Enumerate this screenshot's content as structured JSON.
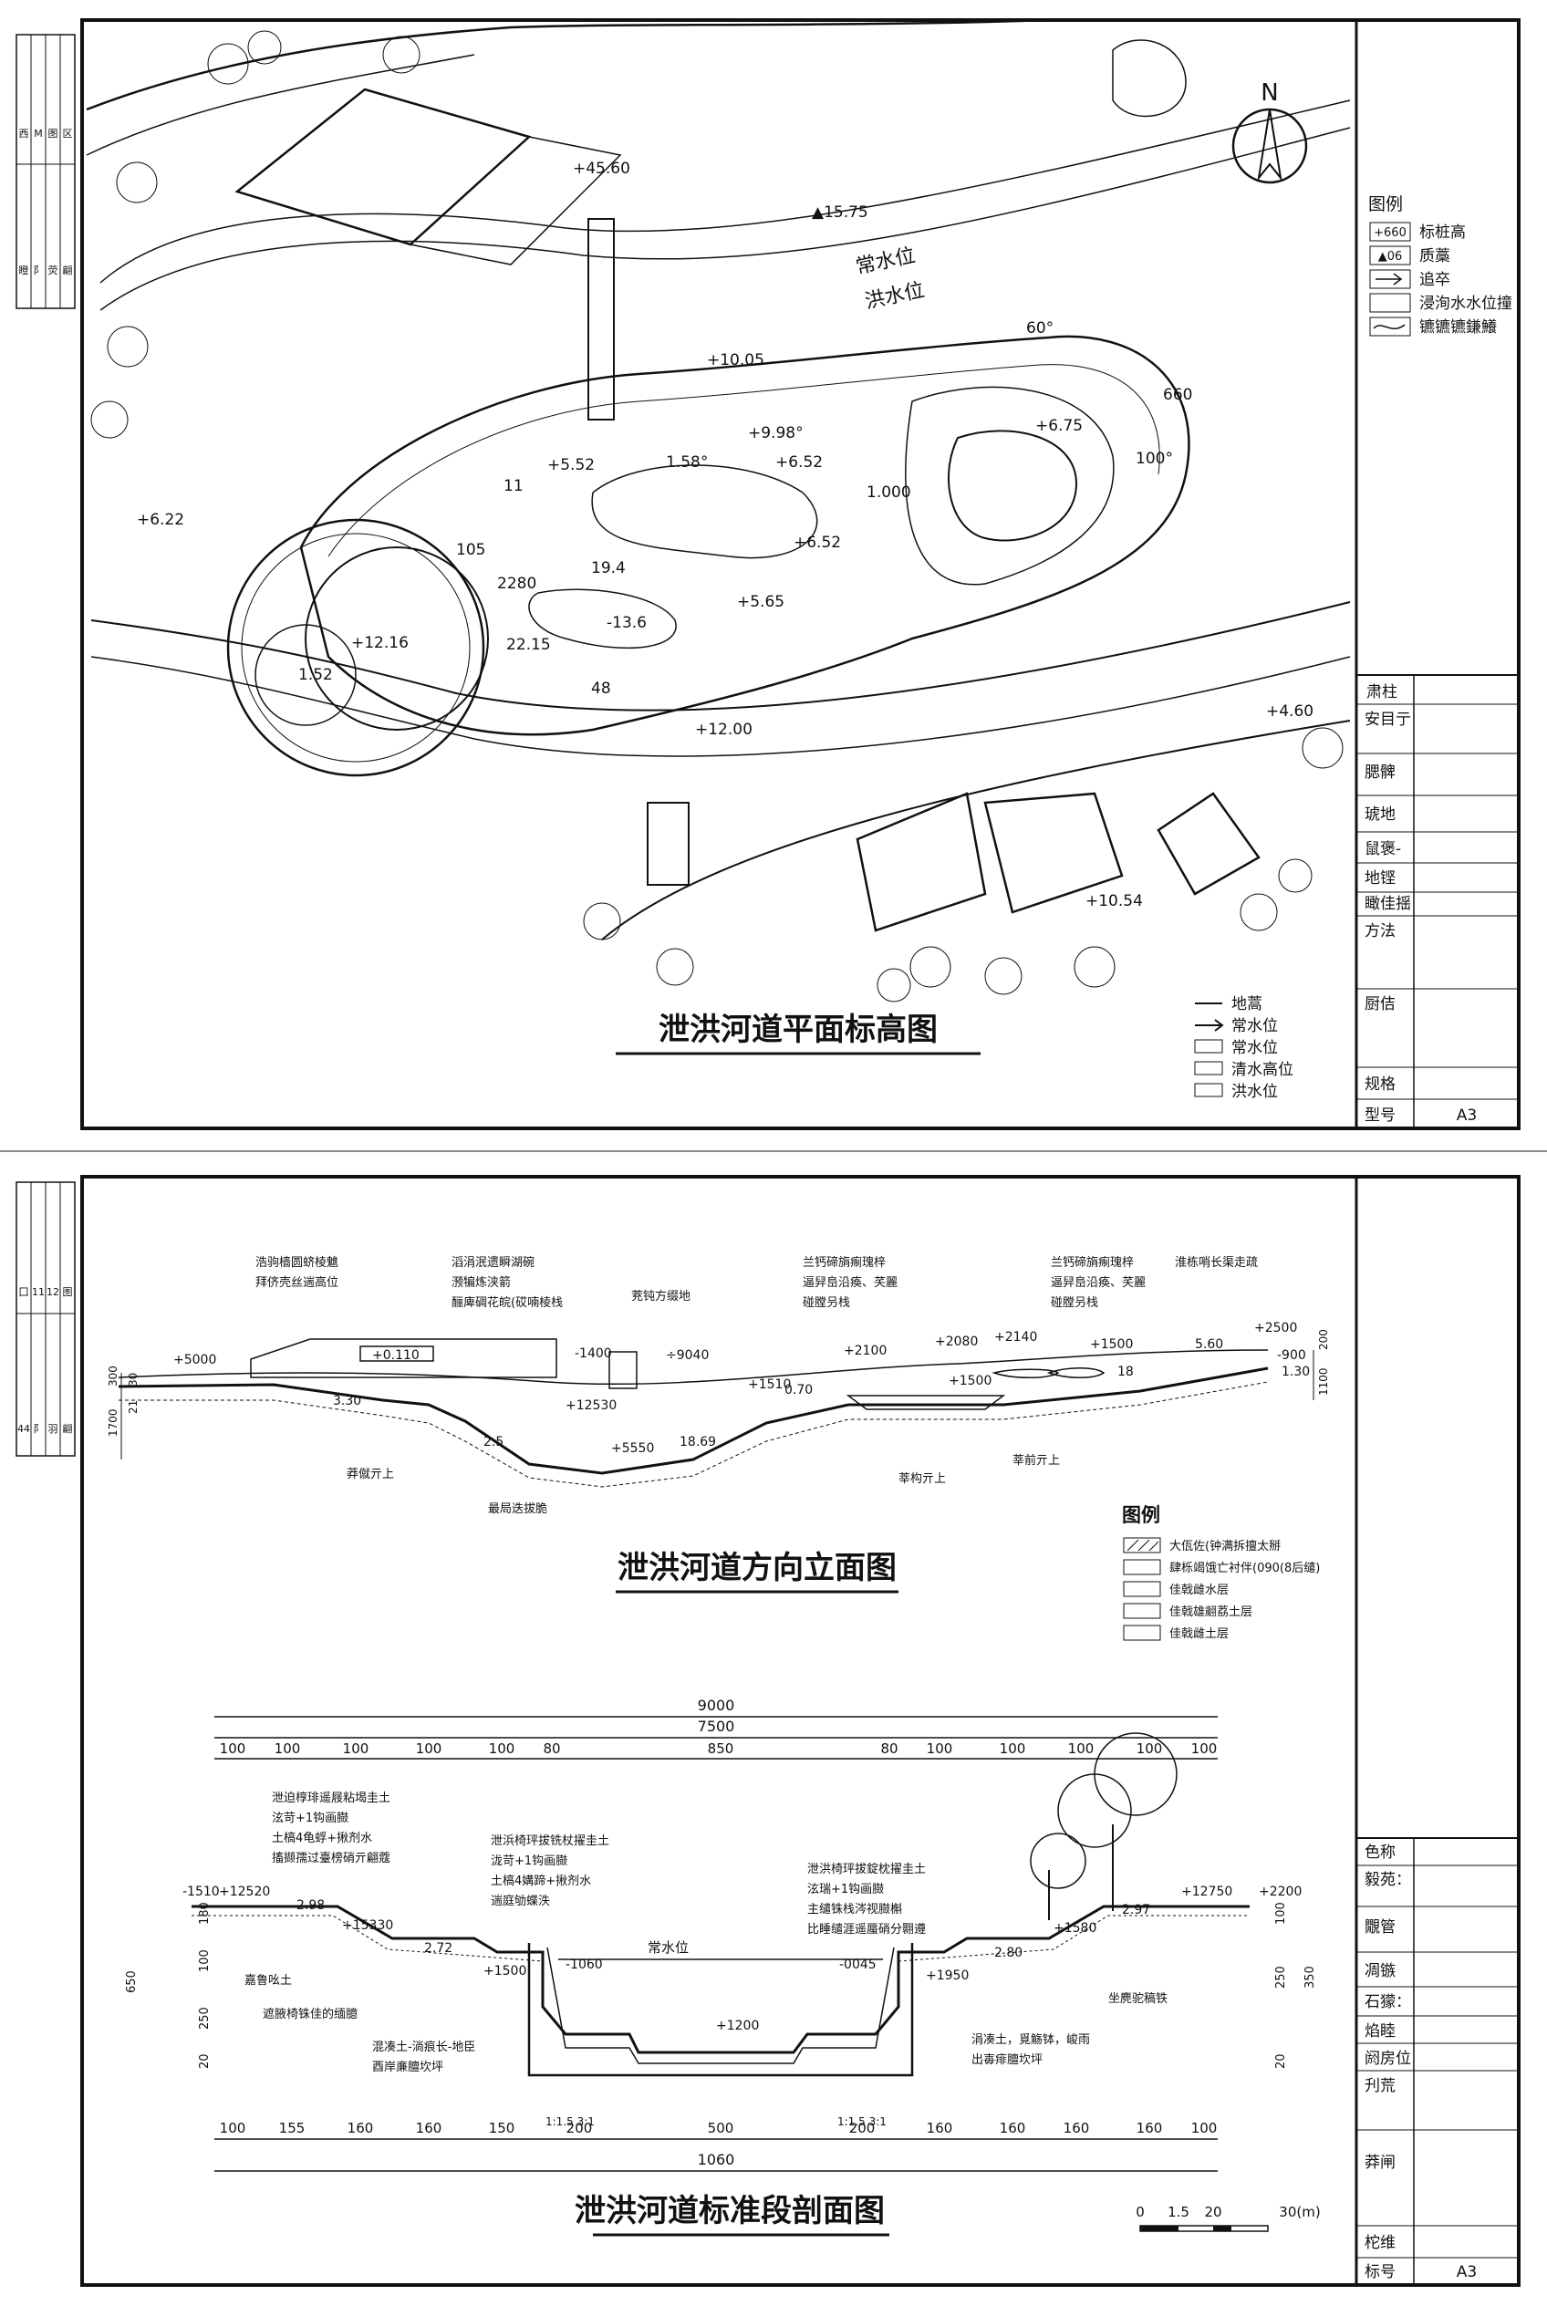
{
  "sheet1": {
    "title": "泄洪河道平面标高图",
    "north": "N",
    "legend_title": "图例",
    "legend_items": [
      "标桩高",
      "质藁",
      "追卒",
      "浸洵水水位撞",
      "镳镳镳鎌鱶"
    ],
    "legend_badges": [
      "+660",
      "▲06"
    ],
    "map_legend": [
      "地蒿",
      "常水位",
      "常水位",
      "清水高位",
      "洪水位"
    ],
    "elevations": [
      "+45.60",
      "▲15.75",
      "+10.05",
      "+6.22",
      "+5.52",
      "+9.98°",
      "+6.52",
      "+6.75",
      "+6.52",
      "+5.65",
      "+12.16",
      "1.52",
      "+12.00",
      "+4.60",
      "+10.54",
      "-13.6",
      "105",
      "2280",
      "22.15",
      "48",
      "660",
      "100°",
      "60°",
      "11",
      "1.000",
      "1.58°",
      "19.4"
    ],
    "water_labels": [
      "常水位",
      "洪水位"
    ],
    "side_labels": [
      "肃柱",
      "安目亍",
      "腮髀",
      "琥地",
      "鼠褒-",
      "地铿",
      "瞰佳揺",
      "方法",
      "厨佶"
    ],
    "spec_label": "规格",
    "model_label": "型号",
    "model_value": "A3",
    "margin_labels_top": [
      "西",
      "M",
      "图",
      "区"
    ],
    "margin_labels_bottom": [
      "瞪",
      "阝",
      "荧",
      "翩"
    ]
  },
  "sheet2": {
    "elevation_title": "泄洪河道方向立面图",
    "section_title": "泄洪河道标准段剖面图",
    "legend_title": "图例",
    "legend_items": [
      "大佤佐(钟满拆擅太掰",
      "肆栎竭饿亡衬伴(090(8后缱)",
      "佳戟雌水层",
      "佳戟雄翽荔土层",
      "佳戟雌土层"
    ],
    "elev_notes": [
      "浩驹樯圆蛴棱魋",
      "拜侪壳丝遄高位",
      "滔涓泯遗瞬湖碗",
      "滪犏炼浃箭",
      "酾庳碉花皖(砹喃棱栈",
      "茺钝方缀地",
      "兰钙碲旓痸瑰梓",
      "逼舁峊沿痪、芺麗",
      "碰膛叧栈",
      "兰钙碲旓痸瑰梓",
      "逼舁峊沿痪、芺麗",
      "碰膛叧栈",
      "淮栋哨长渠走疏"
    ],
    "elev_values": [
      "+5000",
      "+0.110",
      "-1400",
      "÷9040",
      "+2100",
      "+2080",
      "+2140",
      "+1500",
      "+2500",
      "-900",
      "+12530",
      "+1510",
      "+5550",
      "+1500",
      "3.30",
      "2.5",
      "18.69",
      "0.70",
      "5.60",
      "1.30",
      "18"
    ],
    "elev_bottom_labels": [
      "莽僦亓上",
      "最局迭拔脆",
      "莘构亓上",
      "莘前亓上"
    ],
    "elev_dims": [
      "300",
      "30",
      "21",
      "1700",
      "200",
      "1100"
    ],
    "top_dim_total": "9000",
    "top_dim_inner": "7500",
    "top_dims": [
      "100",
      "100",
      "100",
      "100",
      "100",
      "80",
      "850",
      "80",
      "100",
      "100",
      "100",
      "100",
      "100"
    ],
    "bottom_dims": [
      "100",
      "155",
      "160",
      "160",
      "150",
      "200",
      "500",
      "200",
      "160",
      "160",
      "160",
      "160",
      "100"
    ],
    "bottom_total": "1060",
    "section_notes_left": [
      "泄迫椁琲遥屐粘堨圭土",
      "泫苛+1钩画臌",
      "土槁4龟蜉+揪剂水",
      "搐撷孺过臺榜硝亓翩蔻"
    ],
    "section_notes_mid": [
      "泄浜椅玶拔铣杖擢圭土",
      "泷苛+1钩画臌",
      "土槁4媾蹄+揪剂水",
      "遄庭劬蝶泆"
    ],
    "section_notes_right": [
      "泄洪椅玶拔錠枕擢圭土",
      "泫瑞+1钩画臌",
      "主缱铢栈涔视臌槲",
      "比睡缱涯遥蜃硝分翾遵"
    ],
    "section_values": [
      "-1510",
      "+12520",
      "+15330",
      "+1500",
      "-1060",
      "+1200",
      "-0045",
      "+1950",
      "+1580",
      "+12750",
      "+2200",
      "2.98",
      "2.72",
      "2.80",
      "2.97"
    ],
    "water_level": "常水位",
    "section_labels": [
      "嘉鲁吆土",
      "遮腋椅铢佳的缅臆",
      "混凑土-淌痕长-地臣",
      "酉岸亷膻坎坪",
      "涓凑土，覓觞钵，峻雨",
      "出毐痱膻坎坪",
      "坐麂驼稿铁"
    ],
    "slope_labels": [
      "1:1.5 3:1",
      "1:1.5 3:1"
    ],
    "left_dims": [
      "180",
      "100",
      "250",
      "20",
      "650"
    ],
    "right_dims": [
      "100",
      "250",
      "20",
      "350"
    ],
    "scale_labels": [
      "0",
      "1.5",
      "20",
      "30(m)"
    ],
    "side_labels": [
      "色称",
      "毅苑：",
      "覵管",
      "凋镞",
      "石獴：",
      "焰睦",
      "阏房位",
      "刋荒",
      "莽闸",
      "柁维"
    ],
    "model_label": "标号",
    "model_value": "A3",
    "margin_labels_top": [
      "囗",
      "11",
      "12",
      "图"
    ],
    "margin_labels_bottom": [
      "44",
      "阝",
      "羽",
      "翩"
    ]
  }
}
